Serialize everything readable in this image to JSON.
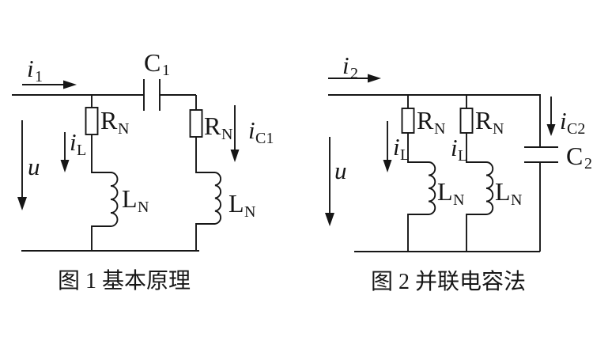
{
  "colors": {
    "line": "#161616",
    "background": "#ffffff"
  },
  "figure1": {
    "caption": "图 1 基本原理",
    "i1": {
      "base": "i",
      "sub": "1"
    },
    "u": "u",
    "iL": {
      "base": "i",
      "sub": "L"
    },
    "iC1": {
      "base": "i",
      "sub": "C1"
    },
    "C1": {
      "base": "C",
      "sub": "1"
    },
    "RN_left": {
      "base": "R",
      "sub": "N"
    },
    "RN_right": {
      "base": "R",
      "sub": "N"
    },
    "LN_left": {
      "base": "L",
      "sub": "N"
    },
    "LN_right": {
      "base": "L",
      "sub": "N"
    }
  },
  "figure2": {
    "caption": "图 2 并联电容法",
    "i2": {
      "base": "i",
      "sub": "2"
    },
    "u": "u",
    "iL_left": {
      "base": "i",
      "sub": "L"
    },
    "iL_right": {
      "base": "i",
      "sub": "L"
    },
    "iC2": {
      "base": "i",
      "sub": "C2"
    },
    "C2": {
      "base": "C",
      "sub": "2"
    },
    "RN_left": {
      "base": "R",
      "sub": "N"
    },
    "RN_right": {
      "base": "R",
      "sub": "N"
    },
    "LN_left": {
      "base": "L",
      "sub": "N"
    },
    "LN_right": {
      "base": "L",
      "sub": "N"
    }
  }
}
